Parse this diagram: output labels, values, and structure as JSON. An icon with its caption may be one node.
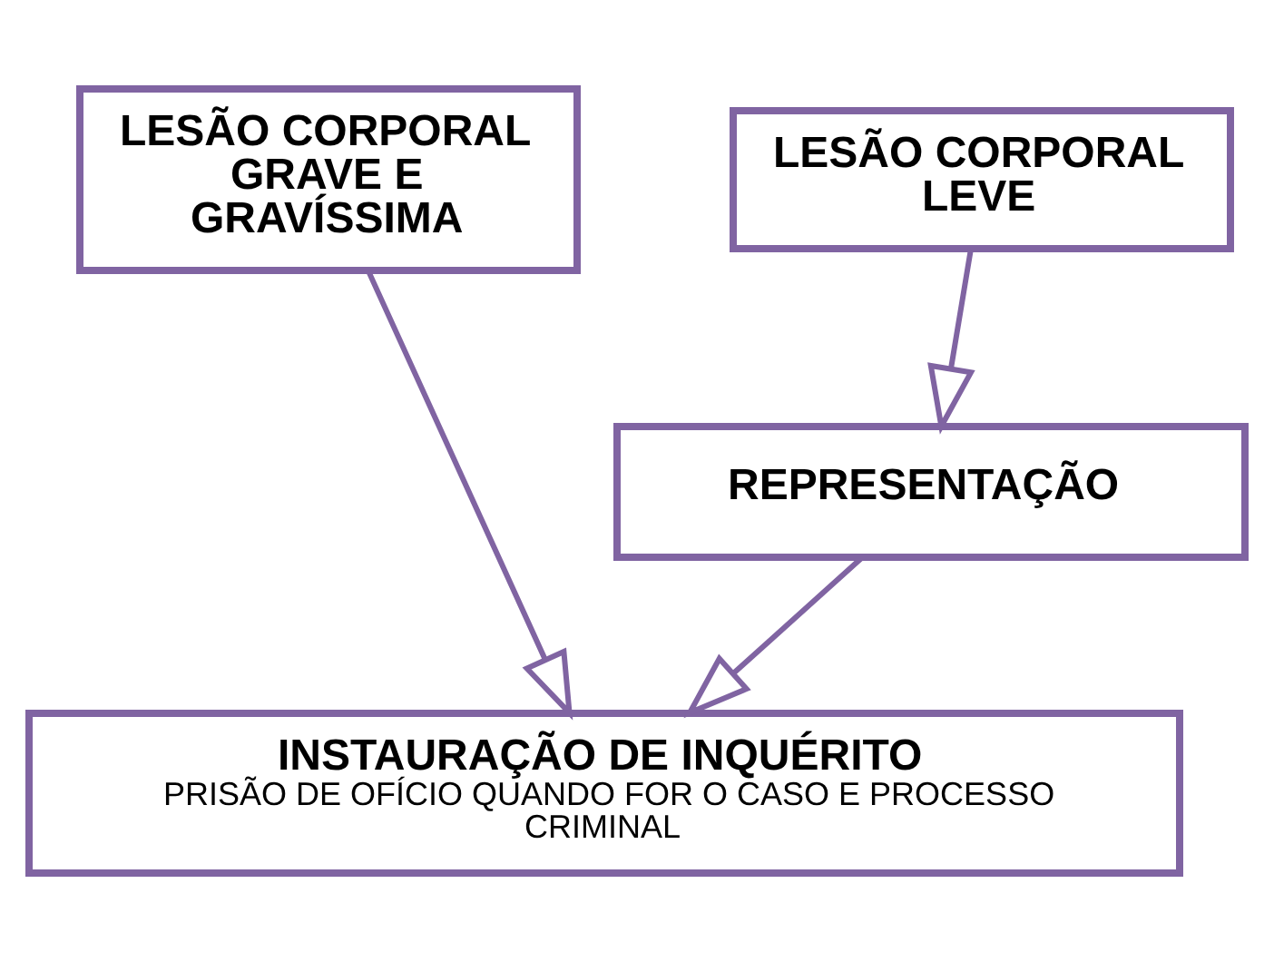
{
  "diagram": {
    "nodes": [
      {
        "text": [
          "LESÃO CORPORAL GRAVE E GRAVÍSSIMA"
        ]
      },
      {
        "text": [
          "LESÃO CORPORAL LEVE"
        ]
      },
      {
        "text": [
          "REPRESENTAÇÃO"
        ]
      },
      {
        "text": [
          "INSTAURAÇÃO DE INQUÉRITO",
          "PRISÃO DE OFÍCIO QUANDO FOR O CASO E PROCESSO CRIMINAL"
        ]
      }
    ],
    "edges": [
      {
        "from": 0,
        "to": 3,
        "arrow": "to"
      },
      {
        "from": 1,
        "to": 2,
        "arrow": "to"
      },
      {
        "from": 2,
        "to": 3,
        "arrow": "to"
      }
    ]
  }
}
